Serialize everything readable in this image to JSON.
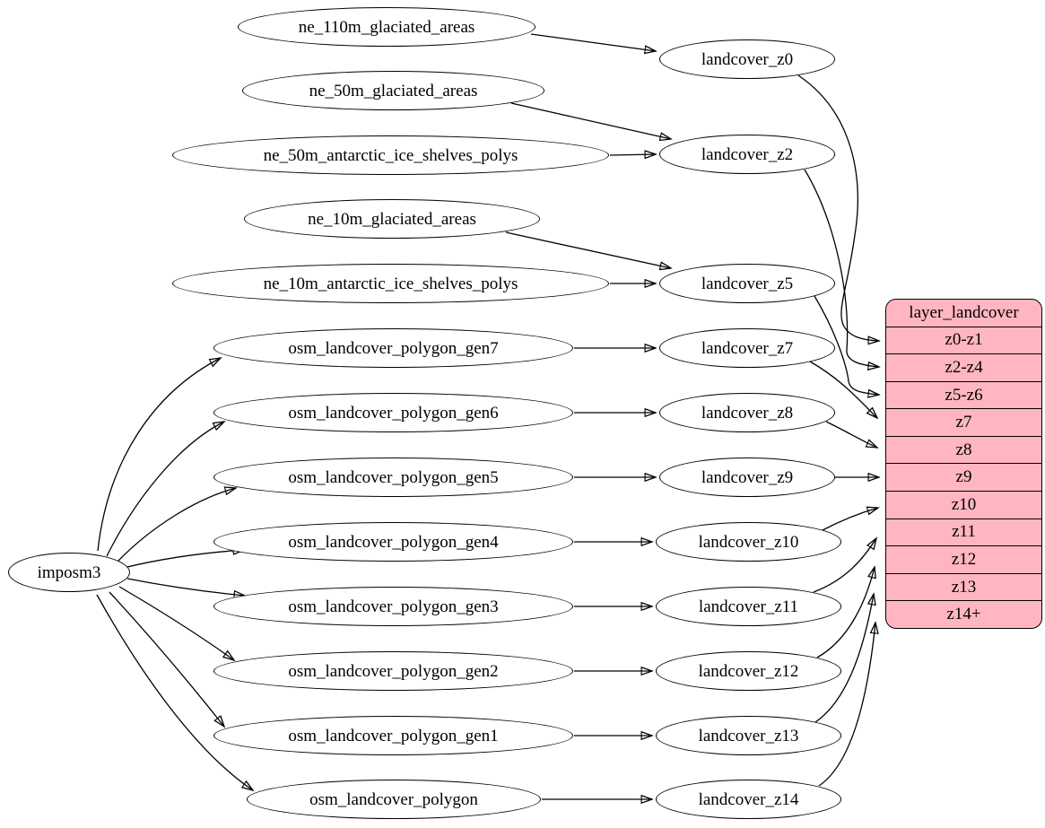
{
  "diagram_type": "graphviz-flow",
  "colors": {
    "background": "#ffffff",
    "node_fill": "#ffffff",
    "node_stroke": "#000000",
    "edge": "#000000",
    "record_fill": "#ffb6c1",
    "record_stroke": "#000000"
  },
  "nodes": {
    "imposm3": "imposm3",
    "ne_110m_glaciated_areas": "ne_110m_glaciated_areas",
    "ne_50m_glaciated_areas": "ne_50m_glaciated_areas",
    "ne_50m_antarctic_ice_shelves_polys": "ne_50m_antarctic_ice_shelves_polys",
    "ne_10m_glaciated_areas": "ne_10m_glaciated_areas",
    "ne_10m_antarctic_ice_shelves_polys": "ne_10m_antarctic_ice_shelves_polys",
    "osm_landcover_polygon_gen7": "osm_landcover_polygon_gen7",
    "osm_landcover_polygon_gen6": "osm_landcover_polygon_gen6",
    "osm_landcover_polygon_gen5": "osm_landcover_polygon_gen5",
    "osm_landcover_polygon_gen4": "osm_landcover_polygon_gen4",
    "osm_landcover_polygon_gen3": "osm_landcover_polygon_gen3",
    "osm_landcover_polygon_gen2": "osm_landcover_polygon_gen2",
    "osm_landcover_polygon_gen1": "osm_landcover_polygon_gen1",
    "osm_landcover_polygon": "osm_landcover_polygon",
    "landcover_z0": "landcover_z0",
    "landcover_z2": "landcover_z2",
    "landcover_z5": "landcover_z5",
    "landcover_z7": "landcover_z7",
    "landcover_z8": "landcover_z8",
    "landcover_z9": "landcover_z9",
    "landcover_z10": "landcover_z10",
    "landcover_z11": "landcover_z11",
    "landcover_z12": "landcover_z12",
    "landcover_z13": "landcover_z13",
    "landcover_z14": "landcover_z14"
  },
  "table": {
    "title": "layer_landcover",
    "rows": [
      "z0-z1",
      "z2-z4",
      "z5-z6",
      "z7",
      "z8",
      "z9",
      "z10",
      "z11",
      "z12",
      "z13",
      "z14+"
    ]
  },
  "edges": [
    {
      "from": "ne_110m_glaciated_areas",
      "to": "landcover_z0"
    },
    {
      "from": "ne_50m_glaciated_areas",
      "to": "landcover_z2"
    },
    {
      "from": "ne_50m_antarctic_ice_shelves_polys",
      "to": "landcover_z2"
    },
    {
      "from": "ne_10m_glaciated_areas",
      "to": "landcover_z5"
    },
    {
      "from": "ne_10m_antarctic_ice_shelves_polys",
      "to": "landcover_z5"
    },
    {
      "from": "imposm3",
      "to": "osm_landcover_polygon_gen7"
    },
    {
      "from": "imposm3",
      "to": "osm_landcover_polygon_gen6"
    },
    {
      "from": "imposm3",
      "to": "osm_landcover_polygon_gen5"
    },
    {
      "from": "imposm3",
      "to": "osm_landcover_polygon_gen4"
    },
    {
      "from": "imposm3",
      "to": "osm_landcover_polygon_gen3"
    },
    {
      "from": "imposm3",
      "to": "osm_landcover_polygon_gen2"
    },
    {
      "from": "imposm3",
      "to": "osm_landcover_polygon_gen1"
    },
    {
      "from": "imposm3",
      "to": "osm_landcover_polygon"
    },
    {
      "from": "osm_landcover_polygon_gen7",
      "to": "landcover_z7"
    },
    {
      "from": "osm_landcover_polygon_gen6",
      "to": "landcover_z8"
    },
    {
      "from": "osm_landcover_polygon_gen5",
      "to": "landcover_z9"
    },
    {
      "from": "osm_landcover_polygon_gen4",
      "to": "landcover_z10"
    },
    {
      "from": "osm_landcover_polygon_gen3",
      "to": "landcover_z11"
    },
    {
      "from": "osm_landcover_polygon_gen2",
      "to": "landcover_z12"
    },
    {
      "from": "osm_landcover_polygon_gen1",
      "to": "landcover_z13"
    },
    {
      "from": "osm_landcover_polygon",
      "to": "landcover_z14"
    },
    {
      "from": "landcover_z0",
      "to": "layer_landcover.z0-z1"
    },
    {
      "from": "landcover_z2",
      "to": "layer_landcover.z2-z4"
    },
    {
      "from": "landcover_z5",
      "to": "layer_landcover.z5-z6"
    },
    {
      "from": "landcover_z7",
      "to": "layer_landcover.z7"
    },
    {
      "from": "landcover_z8",
      "to": "layer_landcover.z8"
    },
    {
      "from": "landcover_z9",
      "to": "layer_landcover.z9"
    },
    {
      "from": "landcover_z10",
      "to": "layer_landcover.z10"
    },
    {
      "from": "landcover_z11",
      "to": "layer_landcover.z11"
    },
    {
      "from": "landcover_z12",
      "to": "layer_landcover.z12"
    },
    {
      "from": "landcover_z13",
      "to": "layer_landcover.z13"
    },
    {
      "from": "landcover_z14",
      "to": "layer_landcover.z14+"
    }
  ]
}
